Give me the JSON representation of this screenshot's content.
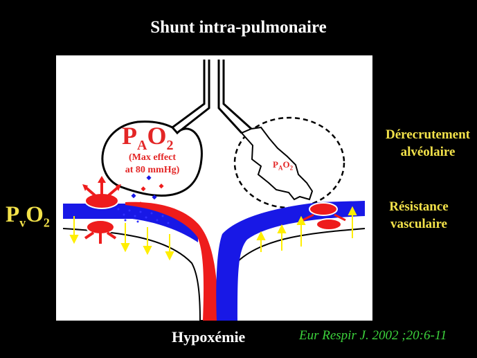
{
  "title": "Shunt intra-pulmonaire",
  "left_label": {
    "main": "P",
    "sub": "v",
    "tail": "O",
    "tail_sub": "2"
  },
  "right_labels": {
    "derecrutement": [
      "Dérecrutement",
      "alvéolaire"
    ],
    "resistance": [
      "Résistance",
      "vasculaire"
    ]
  },
  "alveolus_normal": {
    "main": "P",
    "sub": "A",
    "tail": "O",
    "tail_sub": "2",
    "note": [
      "(Max effect",
      "at 80 mmHg)"
    ]
  },
  "alveolus_collapsed": {
    "main": "P",
    "sub": "A",
    "tail": "O",
    "tail_sub": "2"
  },
  "bottom_label": "Hypoxémie",
  "citation": "Eur Respir J. 2002 ;20:6-11",
  "colors": {
    "background": "#000000",
    "panel": "#ffffff",
    "arterial": "#ee1c1c",
    "venous": "#1818e6",
    "label_yellow": "#f3e24a",
    "citation_green": "#3cd23c",
    "arrow_yellow": "#ffee00"
  }
}
